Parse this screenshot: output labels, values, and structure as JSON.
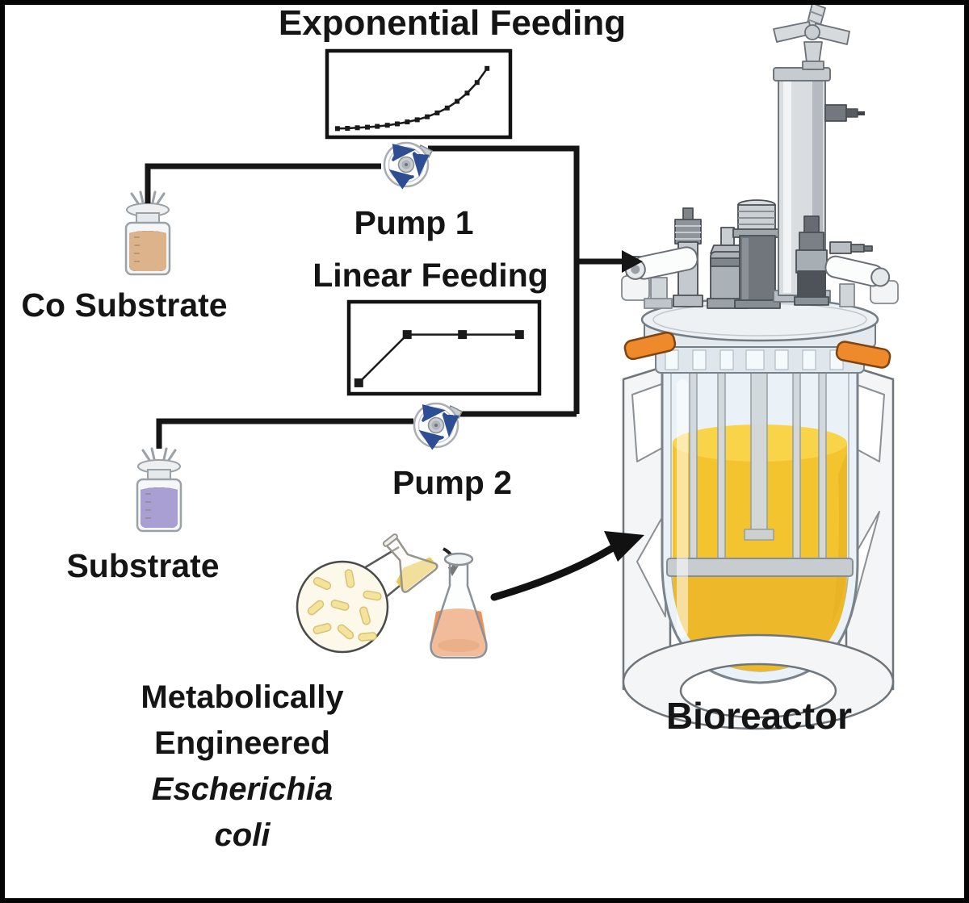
{
  "labels": {
    "pump1": "Pump 1",
    "pump2": "Pump 2",
    "co_substrate": "Co Substrate",
    "substrate": "Substrate",
    "bioreactor": "Bioreactor",
    "ecoli_line1": "Metabolically",
    "ecoli_line2": "Engineered",
    "ecoli_line3": "Escherichia",
    "ecoli_line4": "coli"
  },
  "icons": {
    "pump1": "rotary-pump-icon",
    "pump2": "rotary-pump-icon",
    "co_substrate_bottle": "serum-bottle-icon",
    "substrate_bottle": "serum-bottle-icon",
    "petri_dish": "bacteria-magnifier-icon",
    "pour_flask": "pouring-flask-icon",
    "culture_flask": "erlenmeyer-flask-icon",
    "bioreactor": "stirred-tank-bioreactor-icon"
  },
  "colors": {
    "line": "#151515",
    "co_substrate_liquid": "#E9BD93",
    "substrate_liquid": "#B3A8DE",
    "bioreactor_liquid": "#F3C42E",
    "bioreactor_liquid_top": "#F9D348",
    "flask_liquid": "#EE9159",
    "pour_liquid": "#EAC94F",
    "bacteria": "#F3E39B",
    "handle_orange": "#EE8A2C",
    "pump_arrow_blue": "#2E4E93"
  },
  "chart_data": [
    {
      "type": "line",
      "title": "Exponential Feeding",
      "xlabel": "",
      "ylabel": "",
      "legend": "none",
      "grid": false,
      "axes_style": "plain box, no ticks",
      "xlim": [
        -0.4,
        16.2
      ],
      "ylim": [
        0,
        25
      ],
      "x": [
        0,
        1,
        2,
        3,
        4,
        5,
        6,
        7,
        8,
        9,
        10,
        11,
        12,
        13,
        14,
        15
      ],
      "y": [
        0.5,
        0.6,
        0.8,
        1.0,
        1.3,
        1.7,
        2.2,
        2.9,
        3.7,
        4.8,
        6.2,
        8.0,
        10.4,
        13.4,
        17.3,
        22.4
      ],
      "marker": "square",
      "marker_size": 6,
      "line_width": 2.5
    },
    {
      "type": "line",
      "title": "Linear Feeding",
      "xlabel": "",
      "ylabel": "",
      "legend": "none",
      "grid": false,
      "axes_style": "plain box, no ticks",
      "xlim": [
        0,
        1
      ],
      "ylim": [
        0,
        1
      ],
      "x": [
        0.02,
        0.3,
        0.62,
        0.95
      ],
      "y": [
        0.05,
        0.7,
        0.7,
        0.7
      ],
      "marker": "square",
      "marker_size": 11,
      "line_width": 2.5
    }
  ]
}
